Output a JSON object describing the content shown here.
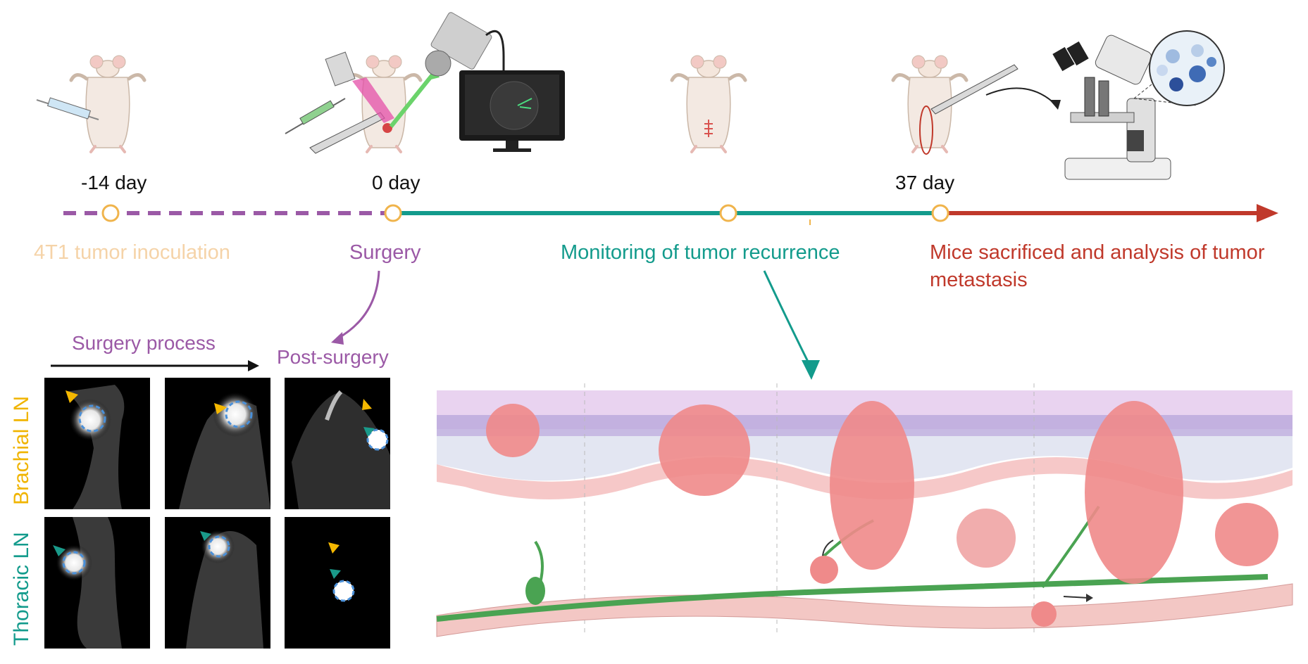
{
  "timeline": {
    "days": [
      "-14 day",
      "0 day",
      "37 day"
    ],
    "phases": {
      "inoculation": "4T1 tumor inoculation",
      "surgery": "Surgery",
      "monitoring": "Monitoring of tumor recurrence",
      "analysis_line1": "Mice sacrificed and analysis of tumor",
      "analysis_line2": "metastasis"
    }
  },
  "imaging": {
    "process_label": "Surgery process",
    "post_label": "Post-surgery",
    "row_labels": [
      "Brachial LN",
      "Thoracic LN"
    ]
  },
  "colors": {
    "purple": "#9b59a6",
    "teal": "#139b8c",
    "red": "#c0392b",
    "orange": "#f0b44c",
    "peach": "#f5d3a8",
    "blue_circle": "#4a90d9",
    "yellow_arrow": "#f5b800",
    "green_arrow": "#1a9a8a"
  },
  "icons": [
    "syringe-icon",
    "mouse-icon",
    "scalpel-icon",
    "camera-icon",
    "monitor-icon",
    "microscope-icon",
    "magnifier-icon"
  ]
}
